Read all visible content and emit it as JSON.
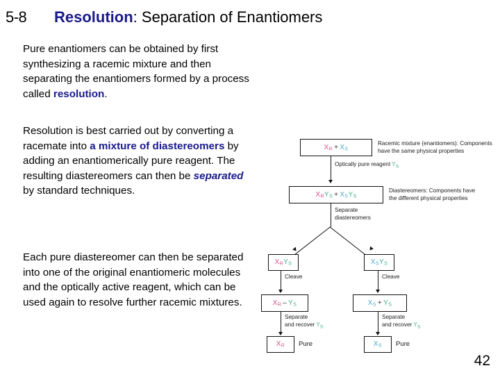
{
  "slide": {
    "number": "5-8",
    "title_keyword": "Resolution",
    "title_rest": ": Separation of Enantiomers",
    "page_number": "42"
  },
  "paragraphs": {
    "p1": {
      "part1": "Pure enantiomers can be obtained by first synthesizing a racemic mixture and then separating the enantiomers formed by a process called ",
      "emphasis": "resolution",
      "part2": "."
    },
    "p2": {
      "part1": "Resolution is best carried out by converting a racemate into ",
      "emphasis1": "a mixture of diastereomers",
      "part2": " by adding an enantiomerically pure reagent. The resulting diastereomers can then be ",
      "emphasis2": "separated",
      "part3": " by standard techniques."
    },
    "p3": {
      "text": "Each pure diastereomer can then be separated into one of the original enantiomeric molecules and the optically active reagent, which can be used again to resolve further racemic mixtures."
    }
  },
  "diagram": {
    "nodes": {
      "racemic": {
        "x_r": "X",
        "x_r_sub": "R",
        "op": "+",
        "x_s": "X",
        "x_s_sub": "S"
      },
      "diastereomers": {
        "left_x": "X",
        "left_x_sub": "R",
        "left_y": "Y",
        "left_y_sub": "S",
        "op": "+",
        "right_x": "X",
        "right_x_sub": "S",
        "right_y": "Y",
        "right_y_sub": "S"
      },
      "dia_left": {
        "x": "X",
        "x_sub": "R",
        "y": "Y",
        "y_sub": "S"
      },
      "dia_right": {
        "x": "X",
        "x_sub": "S",
        "y": "Y",
        "y_sub": "S"
      },
      "cleaved_left": {
        "x": "X",
        "x_sub": "R",
        "op": "–",
        "y": "Y",
        "y_sub": "S"
      },
      "cleaved_right": {
        "x": "X",
        "x_sub": "S",
        "op": "+",
        "y": "Y",
        "y_sub": "S"
      },
      "pure_left": {
        "x": "X",
        "x_sub": "R"
      },
      "pure_right": {
        "x": "X",
        "x_sub": "S"
      }
    },
    "notes": {
      "racemic_note": "Racemic mixture (enantiomers): Components\nhave the same physical properties",
      "diastereomers_note": "Diastereomers: Components have\nthe different physical properties",
      "pure_left_label": "Pure",
      "pure_right_label": "Pure"
    },
    "arrow_labels": {
      "reagent_prefix": "Optically pure reagent ",
      "reagent_y": "Y",
      "reagent_y_sub": "S",
      "separate_diastereomers": "Separate\ndiastereomers",
      "cleave_left": "Cleave",
      "cleave_right": "Cleave",
      "recover_left_prefix": "Separate\nand recover ",
      "recover_left_y": "Y",
      "recover_left_y_sub": "S",
      "recover_right_prefix": "Separate\nand recover ",
      "recover_right_y": "Y",
      "recover_right_y_sub": "S"
    }
  },
  "colors": {
    "title_navy": "#1a1a8c",
    "r_enantiomer": "#d94f8a",
    "s_enantiomer": "#4aa8c8",
    "reagent": "#3fae8e"
  }
}
